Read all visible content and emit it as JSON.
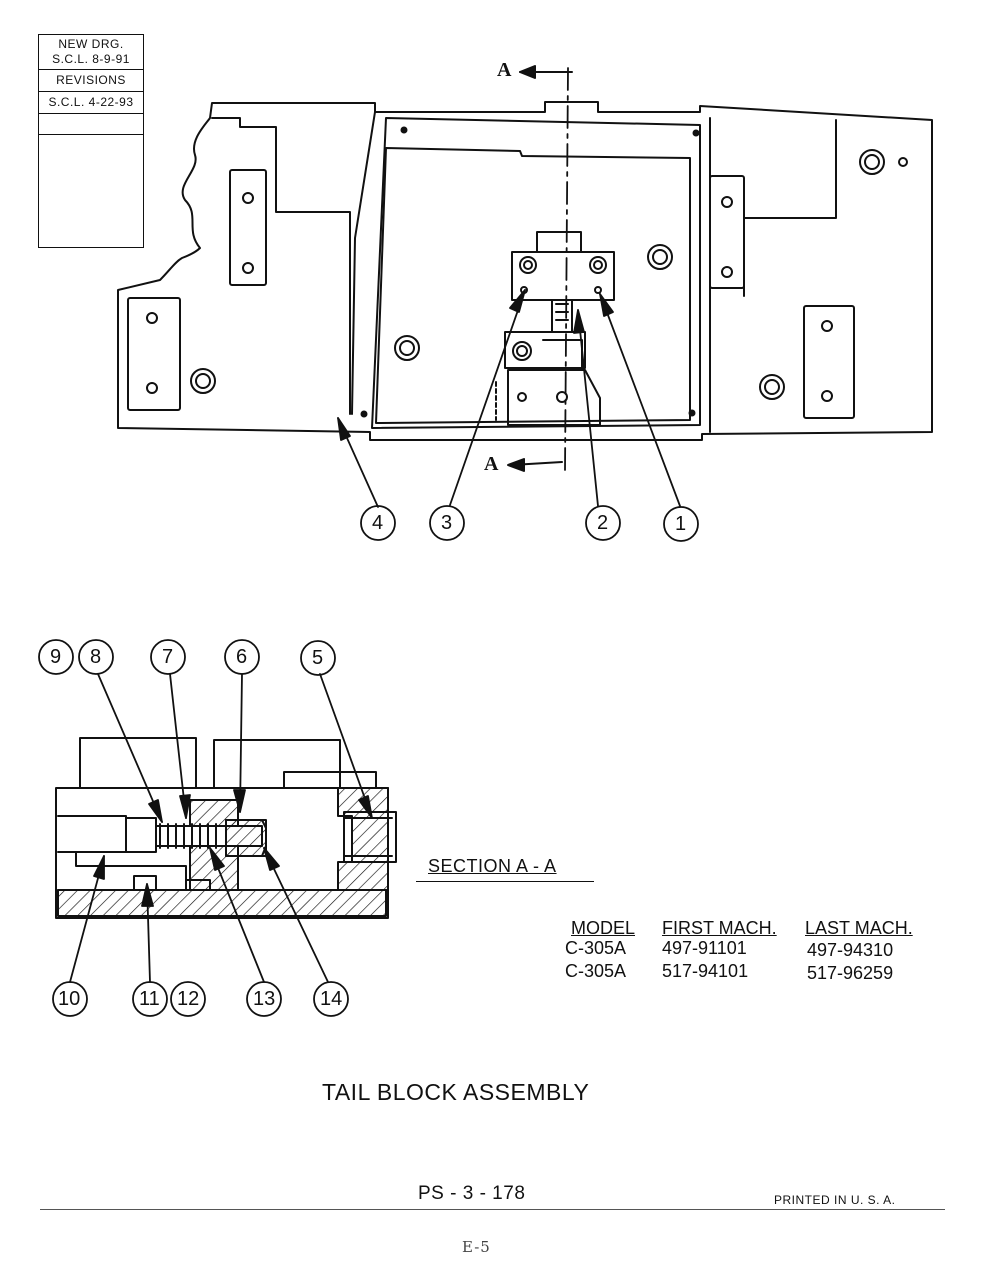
{
  "revision_block": {
    "new_drg_label": "NEW DRG.",
    "new_drg_date": "S.C.L. 8-9-91",
    "revisions_label": "REVISIONS",
    "revision_1": "S.C.L. 4-22-93"
  },
  "section_marker": "A",
  "section_label": "SECTION A - A",
  "callouts_top": [
    "4",
    "3",
    "2",
    "1"
  ],
  "callouts_section": [
    "9",
    "8",
    "7",
    "6",
    "5",
    "10",
    "11",
    "12",
    "13",
    "14"
  ],
  "model_table": {
    "headers": [
      "MODEL",
      "FIRST MACH.",
      "LAST MACH."
    ],
    "rows": [
      [
        "C-305A",
        "497-91101",
        "497-94310"
      ],
      [
        "C-305A",
        "517-94101",
        "517-96259"
      ]
    ]
  },
  "title": "TAIL BLOCK ASSEMBLY",
  "part_number": "PS - 3 - 178",
  "printed": "PRINTED IN U. S. A.",
  "page_number": "E-5"
}
